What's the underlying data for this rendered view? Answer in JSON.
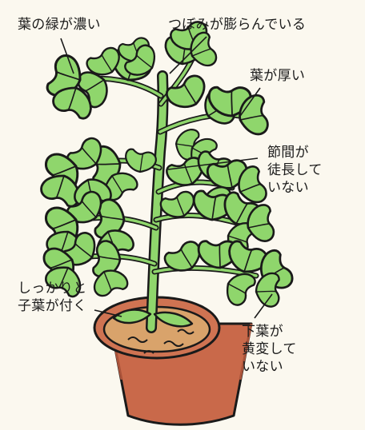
{
  "labels": {
    "dark_green_leaves": "葉の緑が濃い",
    "has_buds": "つぼみが膨らんでいる",
    "thick_leaves": "葉が厚い",
    "not_leggy": "節間が\n徒長して\nいない",
    "has_cotyledons": "しっかりと\n子葉が付く",
    "lower_leaves_not_yellow": "下葉が\n黄変して\nいない"
  },
  "colors": {
    "background": "#fbf8ef",
    "leaf": "#8fd66c",
    "stem": "#8fd66c",
    "outline": "#1a1a1a",
    "pot": "#c9694a",
    "pot_rim": "#cf7352",
    "soil": "#d9a36b"
  }
}
